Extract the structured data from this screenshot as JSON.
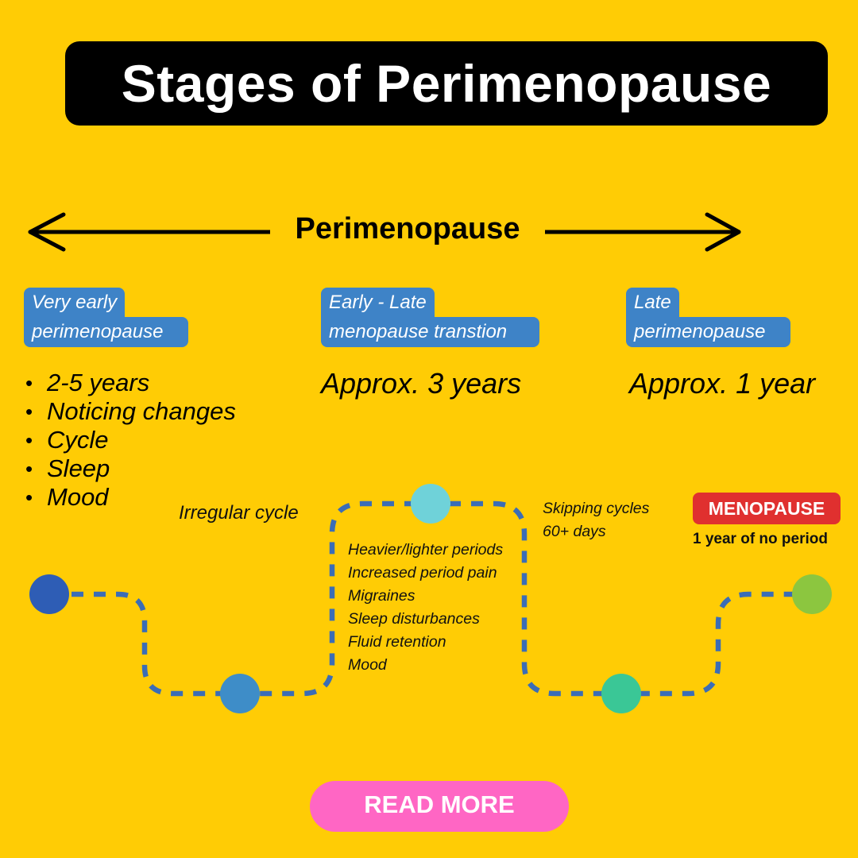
{
  "title": "Stages of Perimenopause",
  "range_label": "Perimenopause",
  "stages": [
    {
      "tag_line1": "Very early",
      "tag_line2": "perimenopause",
      "details": [
        "2-5 years",
        "Noticing changes",
        "Cycle",
        "Sleep",
        "Mood"
      ]
    },
    {
      "tag_line1": "Early  - Late",
      "tag_line2": "menopause transtion",
      "duration": "Approx. 3 years"
    },
    {
      "tag_line1": "Late",
      "tag_line2": "perimenopause",
      "duration": "Approx. 1 year"
    }
  ],
  "path_notes": {
    "irregular": "Irregular cycle",
    "symptoms": [
      "Heavier/lighter periods",
      "Increased period pain",
      "Migraines",
      "Sleep disturbances",
      "Fluid retention",
      "Mood"
    ],
    "skipping_line1": "Skipping cycles",
    "skipping_line2": "60+ days"
  },
  "menopause": {
    "badge": "MENOPAUSE",
    "sub": "1 year of no period"
  },
  "button": {
    "label": "READ MORE"
  },
  "colors": {
    "background": "#FFCC05",
    "tag": "#3E83C7",
    "path": "#3B6DB6",
    "badge": "#E0302F",
    "button": "#FF66C4",
    "dots": [
      "#2E5DB5",
      "#3E8DC8",
      "#6FD2D9",
      "#3AC796",
      "#8CC63F"
    ]
  }
}
